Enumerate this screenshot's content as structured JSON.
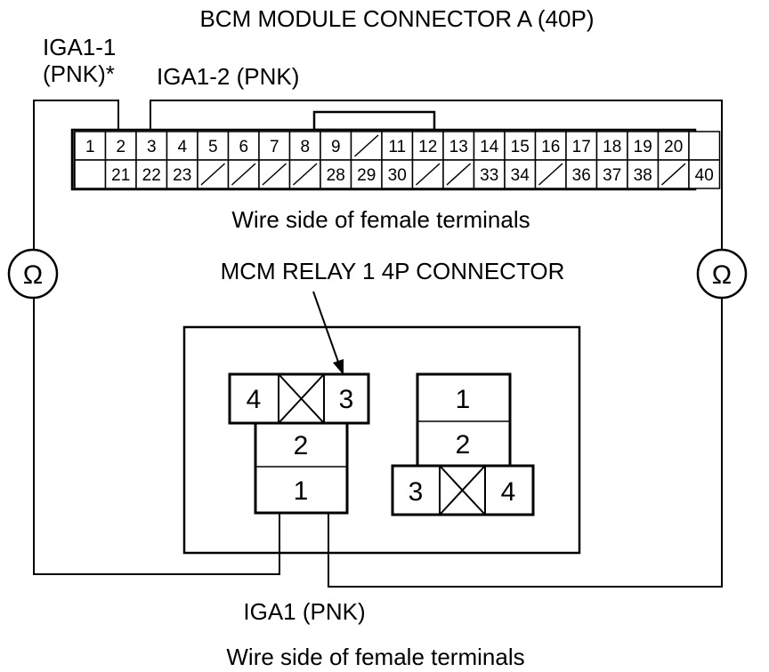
{
  "labels": {
    "bcm_title": "BCM MODULE CONNECTOR A (40P)",
    "iga1_1_line1": "IGA1-1",
    "iga1_1_line2": "(PNK)*",
    "iga1_2": "IGA1-2 (PNK)",
    "wire_side_top": "Wire side of female terminals",
    "mcm_title": "MCM RELAY 1 4P CONNECTOR",
    "iga1_bottom": "IGA1 (PNK)",
    "wire_side_bottom": "Wire side of female terminals"
  },
  "meters": {
    "left_symbol": "Ω",
    "right_symbol": "Ω",
    "icon": "ohmmeter-icon"
  },
  "bcm_connector": {
    "top_row": [
      "1",
      "2",
      "3",
      "4",
      "5",
      "6",
      "7",
      "8",
      "9",
      "",
      "11",
      "12",
      "13",
      "14",
      "15",
      "16",
      "17",
      "18",
      "19",
      "20",
      ""
    ],
    "bottom_row": [
      "",
      "21",
      "22",
      "23",
      "",
      "",
      "",
      "",
      "28",
      "29",
      "30",
      "",
      "",
      "33",
      "34",
      "",
      "36",
      "37",
      "38",
      "",
      "40"
    ]
  },
  "relay_left": {
    "top_left": "4",
    "top_right": "3",
    "middle": "2",
    "bottom": "1"
  },
  "relay_right": {
    "top": "1",
    "middle": "2",
    "bottom_left": "3",
    "bottom_right": "4"
  }
}
